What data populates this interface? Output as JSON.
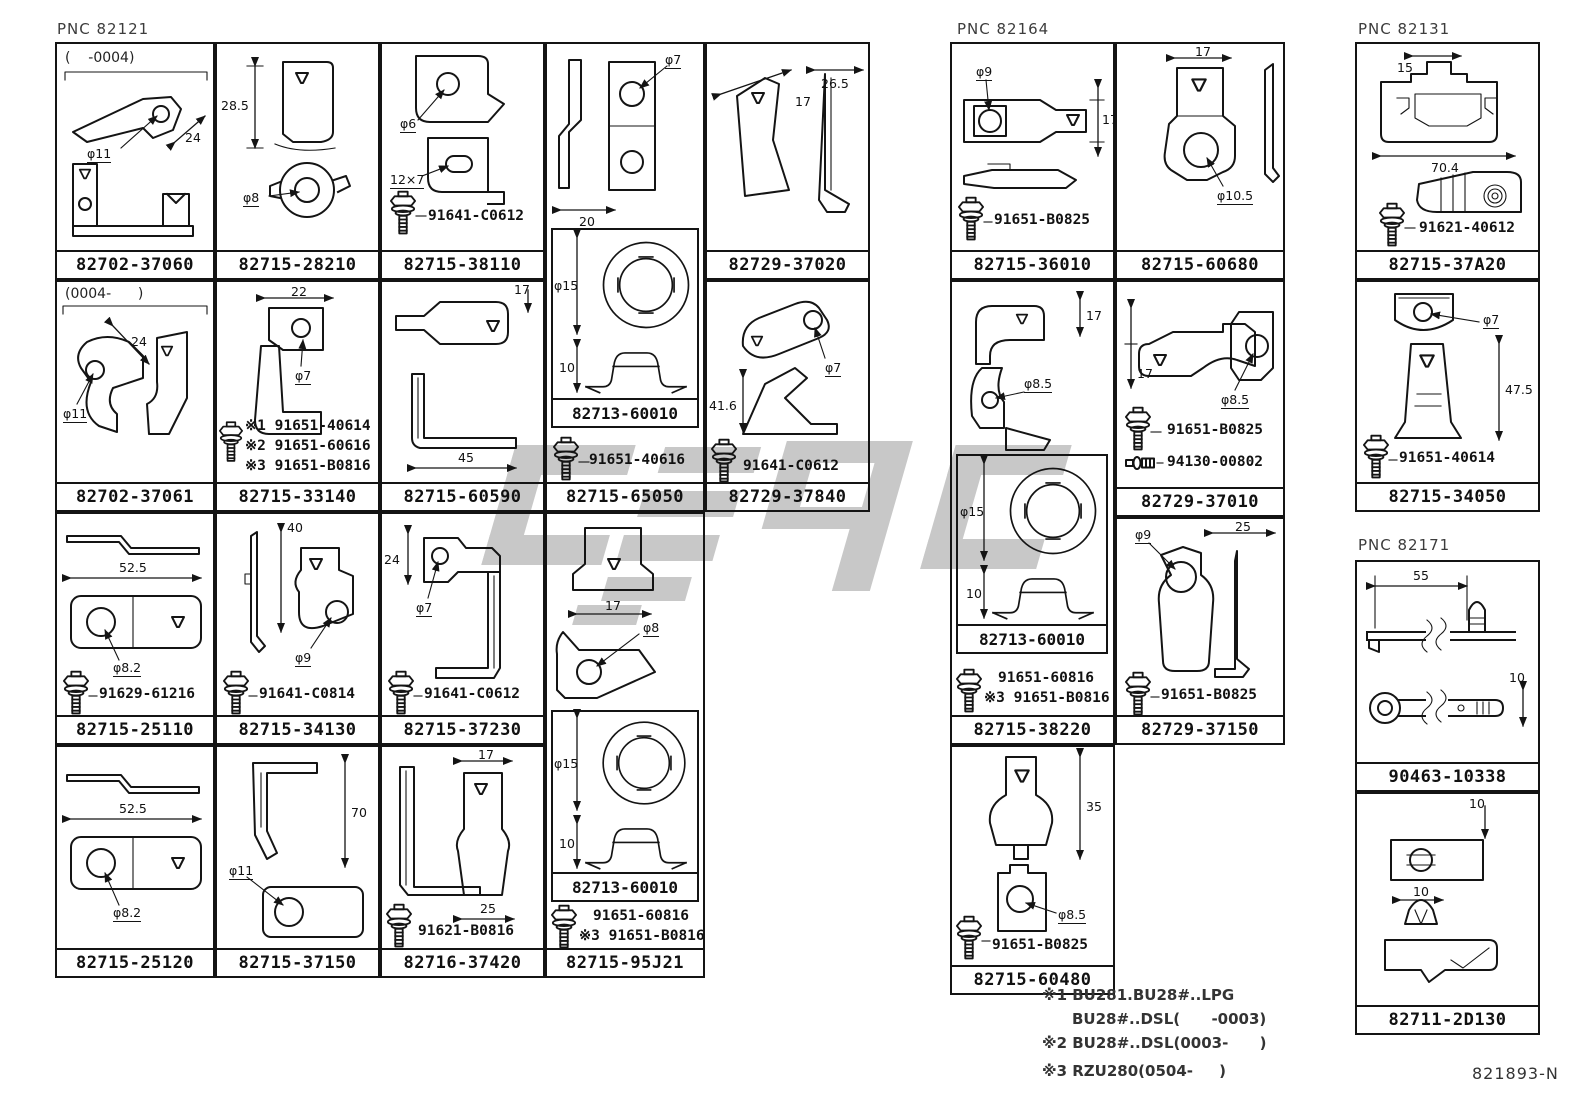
{
  "pnc": {
    "p82121": "PNC 82121",
    "p82164": "PNC 82164",
    "p82131": "PNC 82131",
    "p82171": "PNC 82171"
  },
  "footer": "821893-N",
  "colors": {
    "ink": "#141414",
    "watermark": "#c8c8c8"
  },
  "notes": [
    "※1 BU281.BU28#..LPG",
    "BU28#..DSL(      -0003)",
    "※2 BU28#..DSL(0003-      )",
    "※3 RZU280(0504-     )"
  ],
  "cells": {
    "a1": {
      "part": "82702-37060",
      "note": "(    -0004)",
      "d1": "φ11",
      "d2": "24"
    },
    "a2": {
      "part": "82715-28210",
      "d1": "28.5",
      "d2": "φ8"
    },
    "a3": {
      "part": "82715-38110",
      "d1": "φ6",
      "d2": "12×7",
      "bolt": "91641-C0612"
    },
    "a5": {
      "part": "82729-37020",
      "d1": "17",
      "d2": "26.5"
    },
    "b1": {
      "part": "82702-37061",
      "note": "(0004-      )",
      "d1": "24",
      "d2": "φ11"
    },
    "b2": {
      "part": "82715-33140",
      "d1": "22",
      "d2": "φ7",
      "refs": [
        "※1 91651-40614",
        "※2 91651-60616",
        "※3 91651-B0816"
      ]
    },
    "b3": {
      "part": "82715-60590",
      "d1": "17",
      "d2": "45"
    },
    "b5": {
      "part": "82729-37840",
      "d1": "φ7",
      "d2": "41.6",
      "bolt": "91641-C0612"
    },
    "c1": {
      "part": "82715-25110",
      "d1": "52.5",
      "d2": "φ8.2",
      "bolt": "91629-61216"
    },
    "c2": {
      "part": "82715-34130",
      "d1": "40",
      "d2": "φ9",
      "bolt": "91641-C0814"
    },
    "c3": {
      "part": "82715-37230",
      "d1": "24",
      "d2": "φ7",
      "bolt": "91641-C0612"
    },
    "d1": {
      "part": "82715-25120",
      "d1": "52.5",
      "d2": "φ8.2"
    },
    "d2": {
      "part": "82715-37150",
      "d1": "φ11",
      "d2": "70"
    },
    "d3": {
      "part": "82716-37420",
      "d1": "17",
      "d2": "25",
      "bolt": "91621-B0816"
    },
    "t1": {
      "part": "82715-65050",
      "d1": "φ7",
      "d2": "20",
      "ring": "φ15",
      "clamp": "10",
      "inner": "82713-60010",
      "bolt": "91651-40616"
    },
    "t2": {
      "part": "82715-95J21",
      "d1": "17",
      "d2": "φ8",
      "ring": "φ15",
      "clamp": "10",
      "inner": "82713-60010",
      "refs": [
        "91651-60816",
        "※3 91651-B0816"
      ]
    },
    "m1": {
      "part": "82715-36010",
      "d1": "φ9",
      "d2": "17",
      "bolt": "91651-B0825"
    },
    "m2": {
      "part": "82715-60680",
      "d1": "17",
      "d2": "φ10.5"
    },
    "m3": {
      "part": "82715-38220",
      "d1": "17",
      "d2": "φ8.5",
      "ring": "φ15",
      "clamp": "10",
      "inner": "82713-60010",
      "refs": [
        "91651-60816",
        "※3 91651-B0816"
      ]
    },
    "m4": {
      "part": "82729-37010",
      "d1": "17",
      "d2": "φ8.5",
      "bolt": "91651-B0825",
      "pin": "94130-00802"
    },
    "m5": {
      "part": "82729-37150",
      "d1": "φ9",
      "d2": "25",
      "bolt": "91651-B0825"
    },
    "m6": {
      "part": "82715-60480",
      "d1": "35",
      "d2": "φ8.5",
      "bolt": "91651-B0825"
    },
    "r1": {
      "part": "82715-37A20",
      "d1": "15",
      "d2": "70.4",
      "bolt": "91621-40612"
    },
    "r2": {
      "part": "82715-34050",
      "d1": "φ7",
      "d2": "47.5",
      "bolt": "91651-40614"
    },
    "r3": {
      "part": "90463-10338",
      "d1": "55",
      "d2": "10"
    },
    "r4": {
      "part": "82711-2D130",
      "d1": "10",
      "d2": "10"
    }
  }
}
